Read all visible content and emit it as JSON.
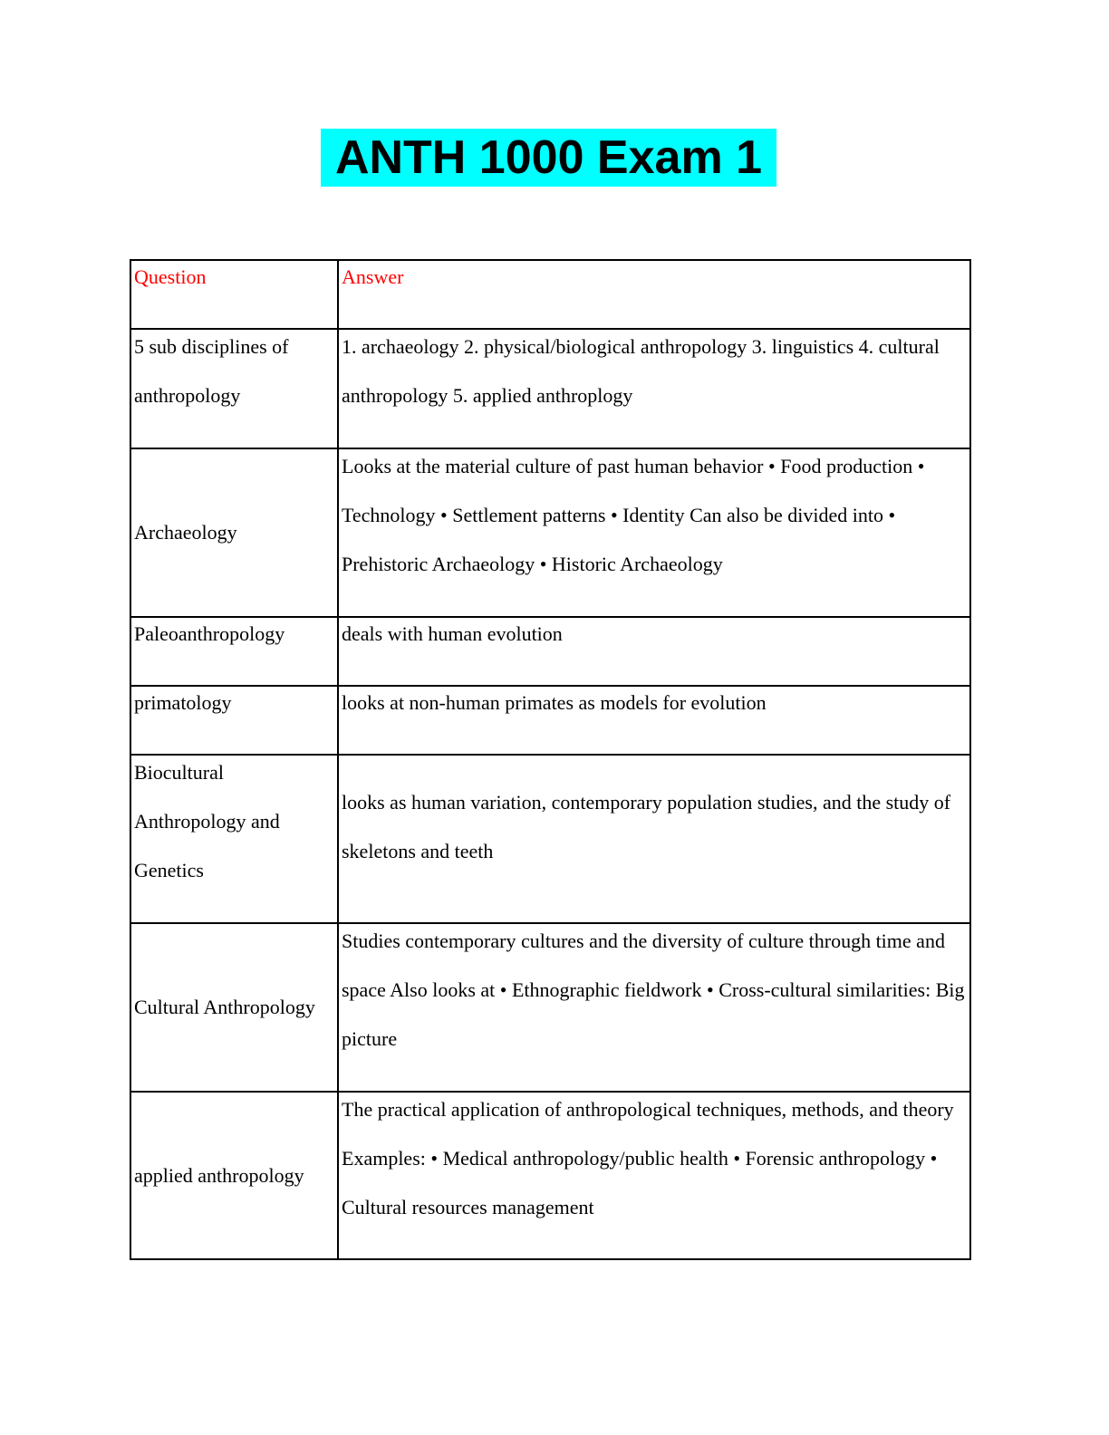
{
  "document": {
    "title": "ANTH 1000 Exam 1",
    "title_highlight_color": "#00ffff",
    "header_text_color": "#ff0000"
  },
  "table": {
    "headers": {
      "question": "Question",
      "answer": "Answer"
    },
    "rows": [
      {
        "question": "5 sub disciplines of anthropology",
        "answer": "1. archaeology 2. physical/biological anthropology 3. linguistics 4. cultural anthropology 5. applied anthroplogy"
      },
      {
        "question": "Archaeology",
        "answer": "Looks at the material culture of past human behavior • Food production • Technology • Settlement patterns • Identity Can also be divided into • Prehistoric Archaeology • Historic Archaeology"
      },
      {
        "question": "Paleoanthropology",
        "answer": "deals with human evolution"
      },
      {
        "question": "primatology",
        "answer": "looks at non-human primates as models for evolution"
      },
      {
        "question": "Biocultural Anthropology and Genetics",
        "answer": "looks as human variation, contemporary population studies, and the study of skeletons and teeth"
      },
      {
        "question": "Cultural Anthropology",
        "answer": "Studies contemporary cultures and the diversity of culture through time and space Also looks at • Ethnographic fieldwork • Cross-cultural similarities: Big picture"
      },
      {
        "question": "applied anthropology",
        "answer": "The practical application of anthropological techniques, methods, and theory Examples: • Medical anthropology/public health • Forensic anthropology • Cultural resources management"
      }
    ]
  }
}
